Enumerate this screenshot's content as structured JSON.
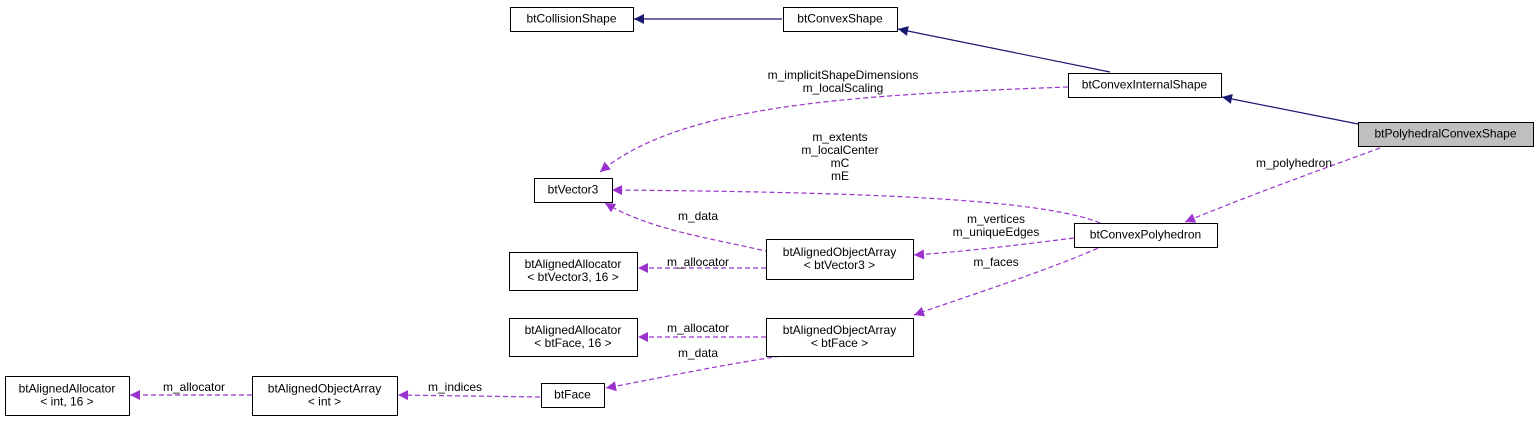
{
  "nodes": {
    "btCollisionShape": [
      "btCollisionShape"
    ],
    "btConvexShape": [
      "btConvexShape"
    ],
    "btConvexInternalShape": [
      "btConvexInternalShape"
    ],
    "btPolyhedralConvexShape": [
      "btPolyhedralConvexShape"
    ],
    "btVector3": [
      "btVector3"
    ],
    "btConvexPolyhedron": [
      "btConvexPolyhedron"
    ],
    "btAlignedAllocatorVec3": [
      "btAlignedAllocator",
      "< btVector3, 16 >"
    ],
    "btAlignedObjectArrayVec3": [
      "btAlignedObjectArray",
      "< btVector3 >"
    ],
    "btAlignedAllocatorFace": [
      "btAlignedAllocator",
      "< btFace, 16 >"
    ],
    "btAlignedObjectArrayFace": [
      "btAlignedObjectArray",
      "< btFace >"
    ],
    "btAlignedAllocatorInt": [
      "btAlignedAllocator",
      "< int, 16 >"
    ],
    "btAlignedObjectArrayInt": [
      "btAlignedObjectArray",
      "< int >"
    ],
    "btFace": [
      "btFace"
    ]
  },
  "edge_labels": {
    "internal_to_vector3": [
      "m_implicitShapeDimensions",
      "m_localScaling"
    ],
    "polyhedron_to_vector3": [
      "m_extents",
      "m_localCenter",
      "mC",
      "mE"
    ],
    "polyhedron_member": [
      "m_polyhedron"
    ],
    "array_vec3_data": [
      "m_data"
    ],
    "polyhedron_vertices": [
      "m_vertices",
      "m_uniqueEdges"
    ],
    "polyhedron_faces": [
      "m_faces"
    ],
    "array_vec3_allocator": [
      "m_allocator"
    ],
    "array_face_allocator": [
      "m_allocator"
    ],
    "array_face_data": [
      "m_data"
    ],
    "face_indices": [
      "m_indices"
    ],
    "array_int_allocator": [
      "m_allocator"
    ]
  },
  "colors": {
    "inheritance": "#191970",
    "member": "#9a32cd",
    "highlight": "#bfbfbf"
  }
}
